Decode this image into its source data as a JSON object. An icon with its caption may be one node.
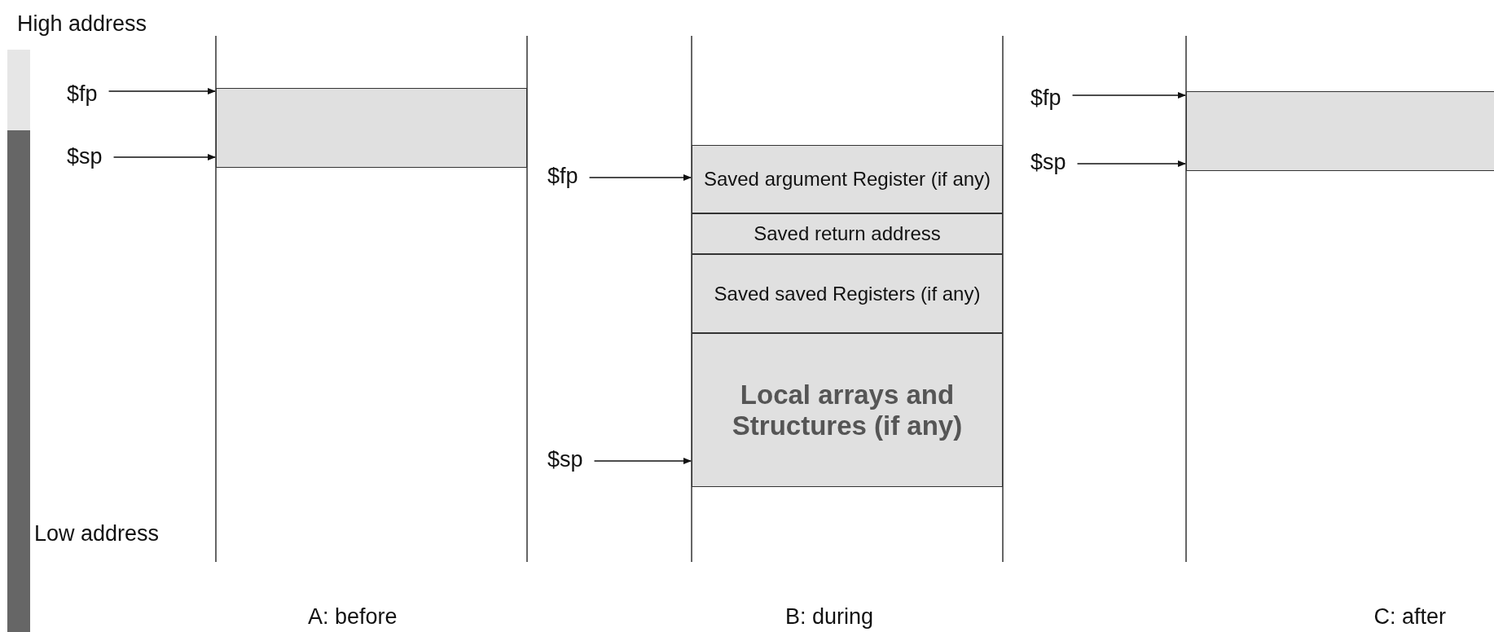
{
  "diagram": {
    "nodes": [
      {
        "text": [
          "$fp"
        ]
      },
      {
        "text": [
          "$sp"
        ]
      },
      {
        "text": [],
        "shape": "box"
      },
      {
        "text": [
          "$fp"
        ]
      },
      {
        "text": [
          "$sp"
        ]
      },
      {
        "text": [
          "Saved argument Register (if any)"
        ]
      },
      {
        "text": [
          "Saved return address"
        ]
      },
      {
        "text": [
          "Saved saved Registers (if any)"
        ]
      },
      {
        "text": [
          "Local arrays and Structures (if any)"
        ]
      },
      {
        "text": [
          "$fp"
        ]
      },
      {
        "text": [
          "$sp"
        ]
      },
      {
        "text": [],
        "shape": "box"
      }
    ],
    "edges": [
      {
        "from": 0,
        "to": 2,
        "arrow": "to"
      },
      {
        "from": 1,
        "to": 2,
        "arrow": "to"
      },
      {
        "from": 3,
        "to": 5,
        "arrow": "to"
      },
      {
        "from": 4,
        "to": 8,
        "arrow": "to"
      },
      {
        "from": 9,
        "to": 11,
        "arrow": "to"
      },
      {
        "from": 10,
        "to": 11,
        "arrow": "to"
      }
    ],
    "labels": [
      "High address",
      "Low address",
      "A: before",
      "B: during",
      "C: after"
    ]
  }
}
